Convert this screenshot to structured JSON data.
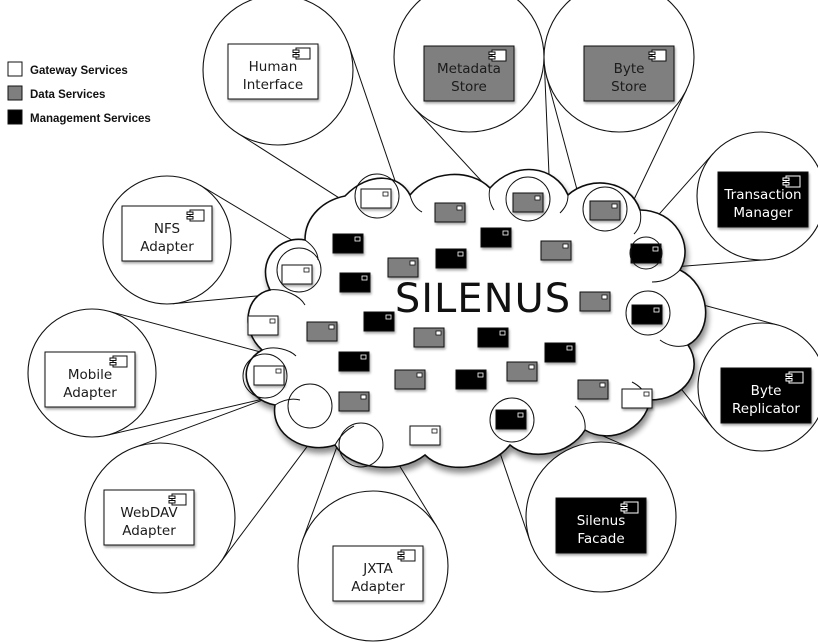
{
  "title": "SILENUS",
  "colors": {
    "gateway": "#ffffff",
    "data": "#7f7f7f",
    "management": "#000000",
    "cloud": "#ffffff",
    "stroke": "#111111"
  },
  "legend": [
    {
      "label": "Gateway Services",
      "kind": "gateway"
    },
    {
      "label": "Data Services",
      "kind": "data"
    },
    {
      "label": "Management Services",
      "kind": "management"
    }
  ],
  "components": [
    {
      "id": "human-interface",
      "lines": [
        "Human",
        "Interface"
      ],
      "kind": "gateway"
    },
    {
      "id": "metadata-store",
      "lines": [
        "Metadata",
        "Store"
      ],
      "kind": "data"
    },
    {
      "id": "byte-store",
      "lines": [
        "Byte",
        "Store"
      ],
      "kind": "data"
    },
    {
      "id": "transaction-manager",
      "lines": [
        "Transaction",
        "Manager"
      ],
      "kind": "management"
    },
    {
      "id": "byte-replicator",
      "lines": [
        "Byte",
        "Replicator"
      ],
      "kind": "management"
    },
    {
      "id": "silenus-facade",
      "lines": [
        "Silenus",
        "Facade"
      ],
      "kind": "management"
    },
    {
      "id": "jxta-adapter",
      "lines": [
        "JXTA",
        "Adapter"
      ],
      "kind": "gateway"
    },
    {
      "id": "webdav-adapter",
      "lines": [
        "WebDAV",
        "Adapter"
      ],
      "kind": "gateway"
    },
    {
      "id": "mobile-adapter",
      "lines": [
        "Mobile",
        "Adapter"
      ],
      "kind": "gateway"
    },
    {
      "id": "nfs-adapter",
      "lines": [
        "NFS",
        "Adapter"
      ],
      "kind": "gateway"
    }
  ],
  "cloud_nodes": [
    {
      "kind": "gateway"
    },
    {
      "kind": "data"
    },
    {
      "kind": "data"
    },
    {
      "kind": "management"
    },
    {
      "kind": "management"
    },
    {
      "kind": "data"
    },
    {
      "kind": "gateway"
    },
    {
      "kind": "management"
    },
    {
      "kind": "data"
    },
    {
      "kind": "management"
    },
    {
      "kind": "management"
    },
    {
      "kind": "data"
    },
    {
      "kind": "management"
    },
    {
      "kind": "data"
    },
    {
      "kind": "gateway"
    },
    {
      "kind": "data"
    },
    {
      "kind": "management"
    },
    {
      "kind": "data"
    },
    {
      "kind": "management"
    },
    {
      "kind": "management"
    },
    {
      "kind": "data"
    },
    {
      "kind": "data"
    },
    {
      "kind": "management"
    },
    {
      "kind": "gateway"
    },
    {
      "kind": "data"
    },
    {
      "kind": "gateway"
    },
    {
      "kind": "data"
    },
    {
      "kind": "management"
    },
    {
      "kind": "data"
    },
    {
      "kind": "management"
    },
    {
      "kind": "data"
    },
    {
      "kind": "gateway"
    },
    {
      "kind": "gateway"
    },
    {
      "kind": "data"
    },
    {
      "kind": "gateway"
    },
    {
      "kind": "data"
    }
  ]
}
